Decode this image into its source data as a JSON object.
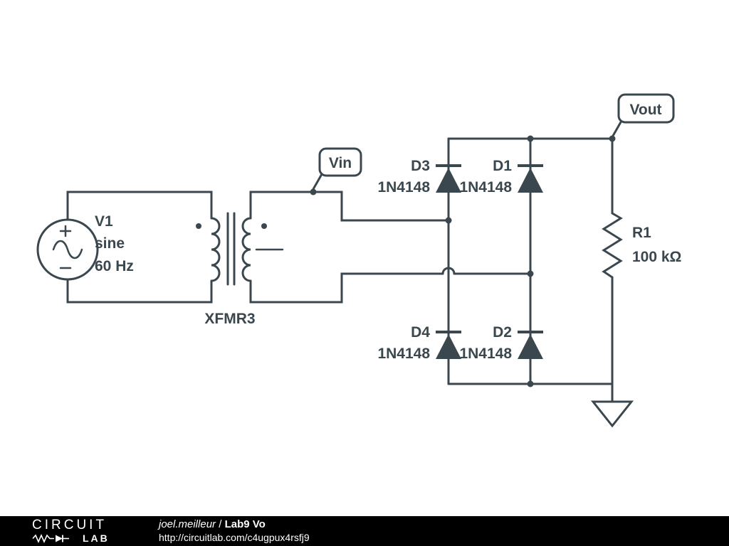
{
  "colors": {
    "line": "#3b474e",
    "background": "#ffffff",
    "footer_bg": "#000000",
    "footer_text": "#ffffff"
  },
  "net_labels": {
    "input": "Vin",
    "output": "Vout"
  },
  "components": {
    "source": {
      "name": "V1",
      "waveform": "sine",
      "frequency": "60 Hz"
    },
    "transformer": {
      "name": "XFMR3"
    },
    "diode_d3": {
      "name": "D3",
      "part": "1N4148"
    },
    "diode_d1": {
      "name": "D1",
      "part": "1N4148"
    },
    "diode_d4": {
      "name": "D4",
      "part": "1N4148"
    },
    "diode_d2": {
      "name": "D2",
      "part": "1N4148"
    },
    "resistor": {
      "name": "R1",
      "value": "100 kΩ"
    }
  },
  "footer": {
    "logo_line1": "CIRCUIT",
    "logo_line2": "LAB",
    "author": "joel.meilleur",
    "separator": " / ",
    "title": "Lab9 Vo",
    "url": "http://circuitlab.com/c4ugpux4rsfj9"
  }
}
